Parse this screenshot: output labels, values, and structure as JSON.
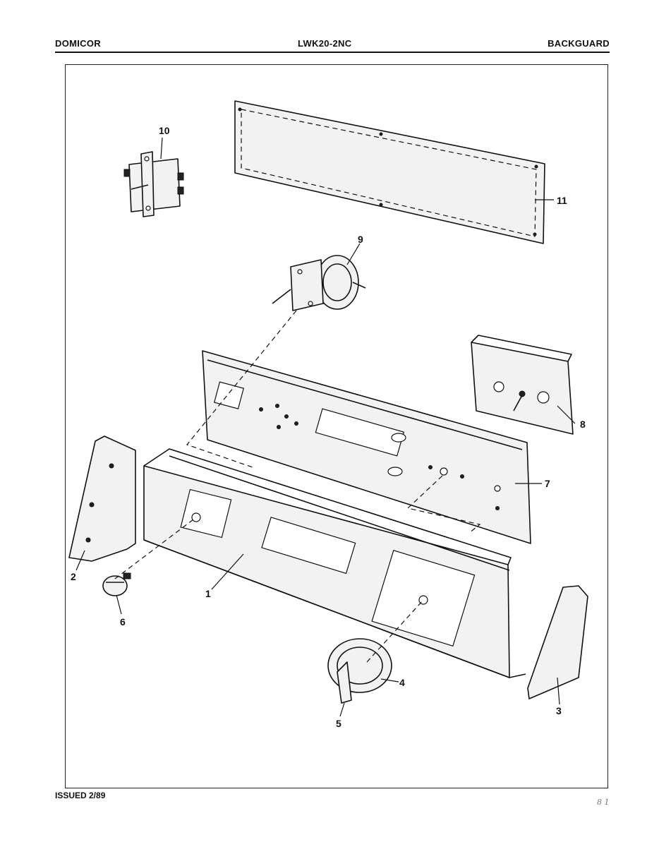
{
  "header": {
    "left": "DOMICOR",
    "center": "LWK20-2NC",
    "right": "BACKGUARD"
  },
  "footer": {
    "issued": "ISSUED 2/89",
    "scribble": "8 1"
  },
  "callouts": {
    "c1": "1",
    "c2": "2",
    "c3": "3",
    "c4": "4",
    "c5": "5",
    "c6": "6",
    "c7": "7",
    "c8": "8",
    "c9": "9",
    "c10": "10",
    "c11": "11"
  }
}
